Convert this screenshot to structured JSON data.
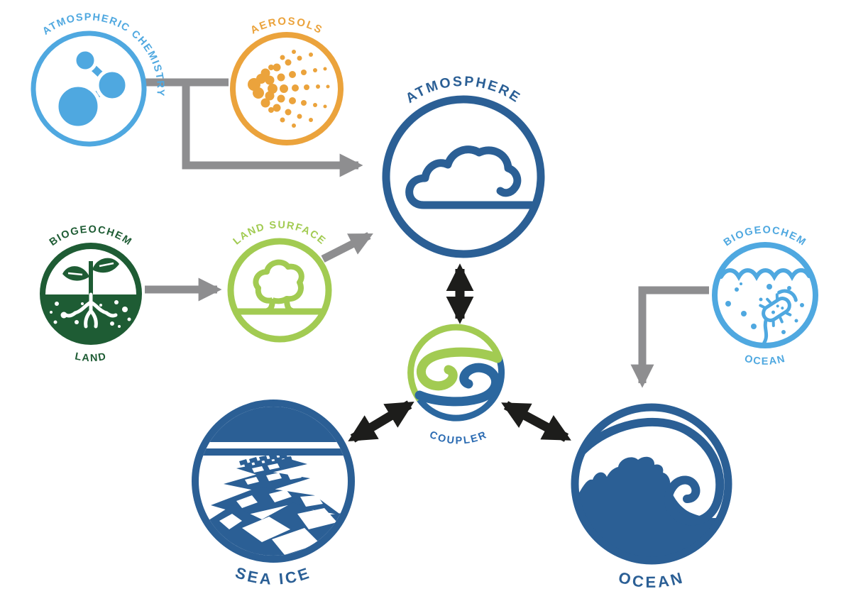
{
  "background": "#ffffff",
  "palette": {
    "light_blue": "#4FA8E0",
    "orange": "#EBA33C",
    "dark_blue": "#2B5F95",
    "dark_green": "#1E5C34",
    "light_green": "#A2CB52",
    "coupler_blue": "#2B679F",
    "coupler_label_blue": "#2B6BB2",
    "gray_arrow": "#8E8E90",
    "black_arrow": "#1D1D1B"
  },
  "nodes": {
    "atmospheric_chemistry": {
      "label": "ATMOSPHERIC CHEMISTRY"
    },
    "aerosols": {
      "label": "AEROSOLS"
    },
    "atmosphere": {
      "label": "ATMOSPHERE"
    },
    "biogeochem_land": {
      "label_top": "BIOGEOCHEM",
      "label_bottom": "LAND"
    },
    "land_surface": {
      "label": "LAND SURFACE"
    },
    "biogeochem_ocean": {
      "label_top": "BIOGEOCHEM",
      "label_bottom": "OCEAN"
    },
    "coupler": {
      "label": "COUPLER"
    },
    "sea_ice": {
      "label": "SEA ICE"
    },
    "ocean": {
      "label": "OCEAN"
    }
  },
  "edges": [
    {
      "from": "atmospheric_chemistry",
      "to": "aerosols",
      "arrow": "none",
      "color": "gray",
      "route": "straight"
    },
    {
      "from": "atmospheric_chemistry",
      "to": "atmosphere",
      "arrow": "one-way",
      "color": "gray",
      "route": "elbow"
    },
    {
      "from": "biogeochem_land",
      "to": "land_surface",
      "arrow": "one-way",
      "color": "gray",
      "route": "straight"
    },
    {
      "from": "land_surface",
      "to": "atmosphere",
      "arrow": "one-way",
      "color": "gray",
      "route": "straight"
    },
    {
      "from": "biogeochem_ocean",
      "to": "ocean",
      "arrow": "one-way",
      "color": "gray",
      "route": "elbow"
    },
    {
      "from": "atmosphere",
      "to": "coupler",
      "arrow": "two-way",
      "color": "black"
    },
    {
      "from": "coupler",
      "to": "sea_ice",
      "arrow": "two-way",
      "color": "black"
    },
    {
      "from": "coupler",
      "to": "ocean",
      "arrow": "two-way",
      "color": "black"
    }
  ]
}
